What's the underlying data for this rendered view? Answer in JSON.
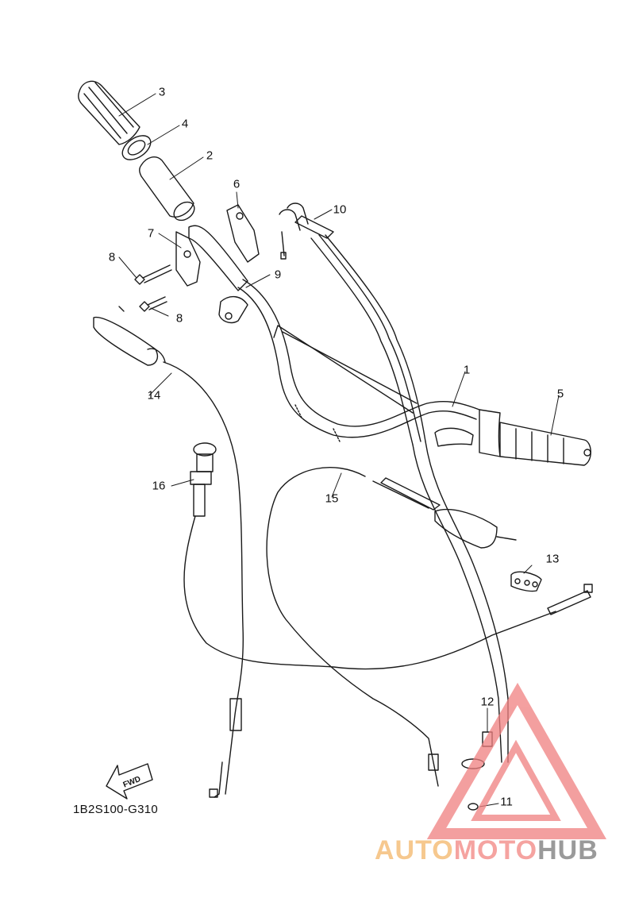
{
  "callouts": [
    {
      "id": "1",
      "text": "1"
    },
    {
      "id": "2",
      "text": "2"
    },
    {
      "id": "3",
      "text": "3"
    },
    {
      "id": "4",
      "text": "4"
    },
    {
      "id": "5",
      "text": "5"
    },
    {
      "id": "6",
      "text": "6"
    },
    {
      "id": "7",
      "text": "7"
    },
    {
      "id": "8a",
      "text": "8"
    },
    {
      "id": "8b",
      "text": "8"
    },
    {
      "id": "9",
      "text": "9"
    },
    {
      "id": "10",
      "text": "10"
    },
    {
      "id": "11",
      "text": "11"
    },
    {
      "id": "12",
      "text": "12"
    },
    {
      "id": "13",
      "text": "13"
    },
    {
      "id": "14",
      "text": "14"
    },
    {
      "id": "15",
      "text": "15"
    },
    {
      "id": "16",
      "text": "16"
    }
  ],
  "diagram_code": "1B2S100-G310",
  "fwd_label": "FWD",
  "watermark": {
    "part1": "AUTO",
    "part2": "MOTO",
    "part3": "HUB",
    "colors": {
      "part1": "#f6c88e",
      "part2": "#f5a3a0",
      "part3": "#9a9a9a",
      "triangle": "#f08080"
    }
  }
}
